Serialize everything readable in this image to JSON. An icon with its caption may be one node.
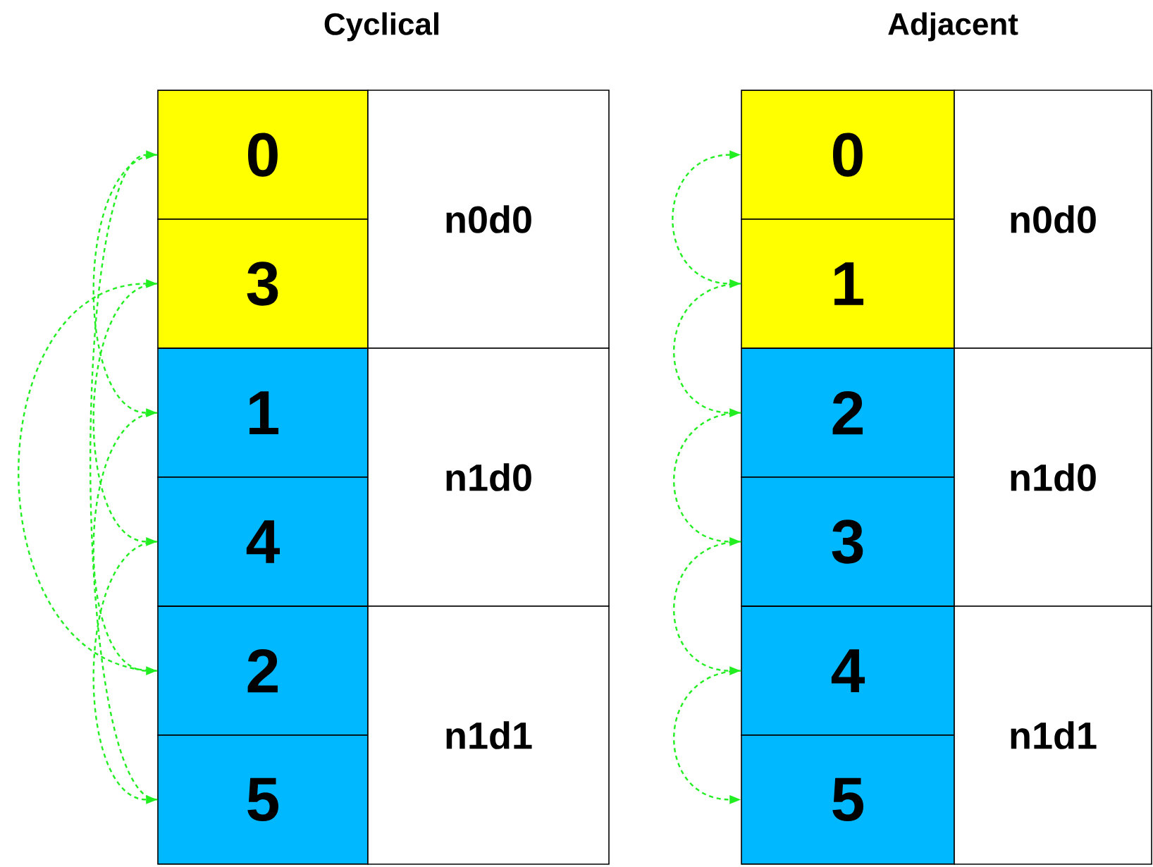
{
  "diagram": {
    "nodes": [
      {
        "text": [
          "0"
        ]
      },
      {
        "text": [
          "3"
        ]
      },
      {
        "text": [
          "1"
        ]
      },
      {
        "text": [
          "4"
        ]
      },
      {
        "text": [
          "2"
        ]
      },
      {
        "text": [
          "5"
        ]
      },
      {
        "text": [
          "n0d0"
        ]
      },
      {
        "text": [
          "n1d0"
        ]
      },
      {
        "text": [
          "n1d1"
        ]
      },
      {
        "text": [
          "0"
        ]
      },
      {
        "text": [
          "1"
        ]
      },
      {
        "text": [
          "2"
        ]
      },
      {
        "text": [
          "3"
        ]
      },
      {
        "text": [
          "4"
        ]
      },
      {
        "text": [
          "5"
        ]
      },
      {
        "text": [
          "n0d0"
        ]
      },
      {
        "text": [
          "n1d0"
        ]
      },
      {
        "text": [
          "n1d1"
        ]
      }
    ],
    "edges": [
      {
        "from": 0,
        "to": 2,
        "arrow": "to"
      },
      {
        "from": 2,
        "to": 4,
        "arrow": "to"
      },
      {
        "from": 4,
        "to": 1,
        "arrow": "to"
      },
      {
        "from": 1,
        "to": 3,
        "arrow": "to"
      },
      {
        "from": 3,
        "to": 5,
        "arrow": "to"
      },
      {
        "from": 5,
        "to": 0,
        "arrow": "to"
      },
      {
        "from": 9,
        "to": 10,
        "arrow": "both"
      },
      {
        "from": 10,
        "to": 11,
        "arrow": "to"
      },
      {
        "from": 11,
        "to": 12,
        "arrow": "to"
      },
      {
        "from": 12,
        "to": 13,
        "arrow": "to"
      },
      {
        "from": 13,
        "to": 14,
        "arrow": "to"
      }
    ],
    "labels": [
      "Cyclical",
      "Adjacent"
    ]
  }
}
